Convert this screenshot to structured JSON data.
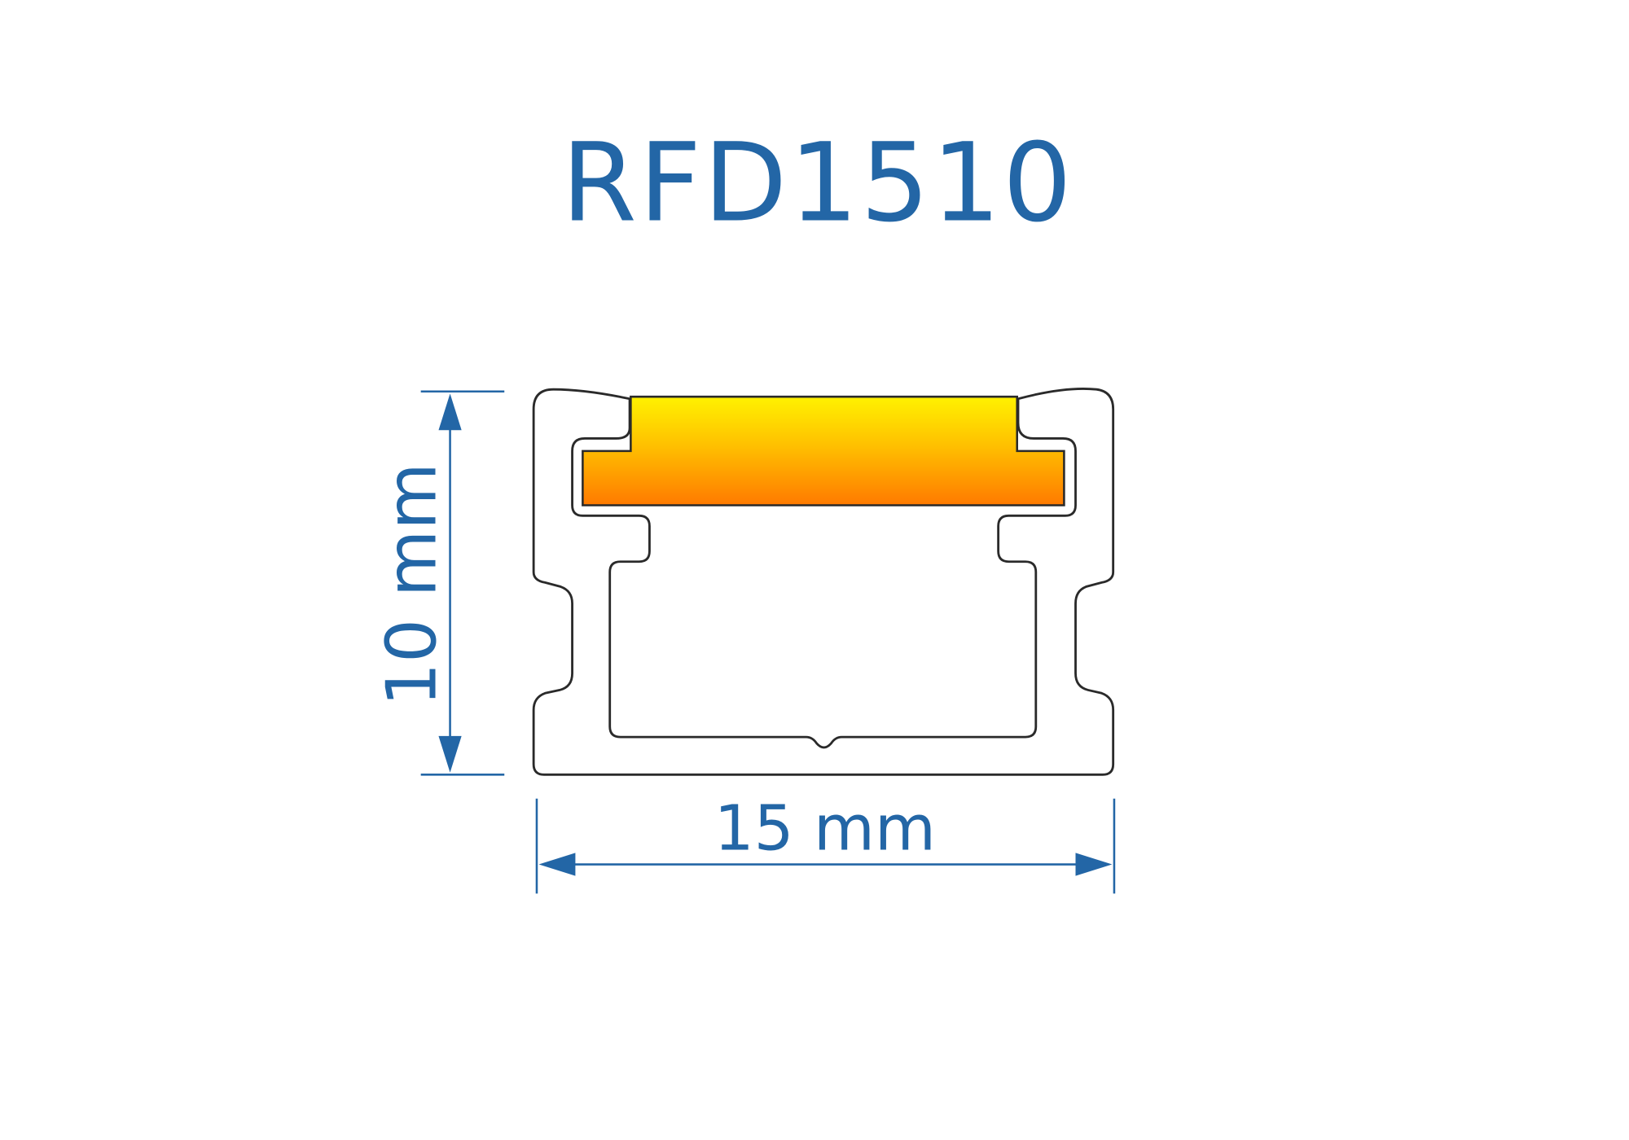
{
  "title": "RFD1510",
  "dimensions": {
    "height_label": "10 mm",
    "width_label": "15 mm"
  },
  "colors": {
    "dimension": "#2366a6",
    "outline": "#2a2a2a",
    "led_top": "#fff200",
    "led_bottom": "#ff7a00"
  }
}
